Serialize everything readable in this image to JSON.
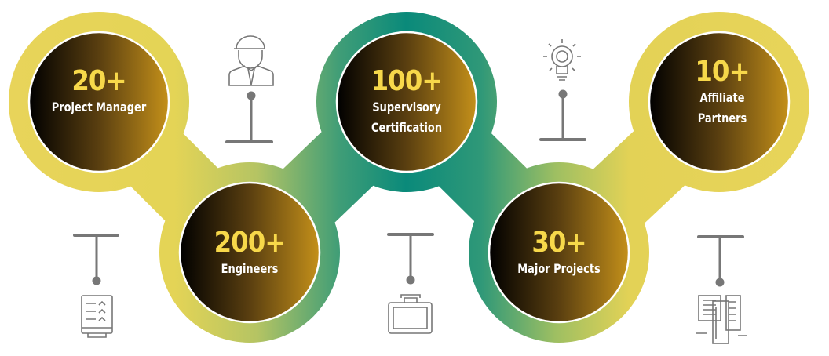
{
  "stats": [
    {
      "value": "20+",
      "label": "Project Manager",
      "icon": "engineer-icon"
    },
    {
      "value": "200+",
      "label": "Engineers",
      "icon": "checklist-icon"
    },
    {
      "value": "100+",
      "label": "Supervisory Certification",
      "label_lines": [
        "Supervisory",
        "Certification"
      ],
      "icon": "monitor-icon"
    },
    {
      "value": "30+",
      "label": "Major Projects",
      "icon": "lightbulb-icon"
    },
    {
      "value": "10+",
      "label": "Affiliate Partners",
      "label_lines": [
        "Affiliate",
        "Partners"
      ],
      "icon": "buildings-icon"
    }
  ],
  "colors": {
    "ring_yellow": "#e6d357",
    "ring_teal": "#0a8a7a",
    "circle_dark": "#000000",
    "circle_gold": "#c4901a",
    "value_color": "#f7d84a",
    "icon_gray": "#777777"
  }
}
